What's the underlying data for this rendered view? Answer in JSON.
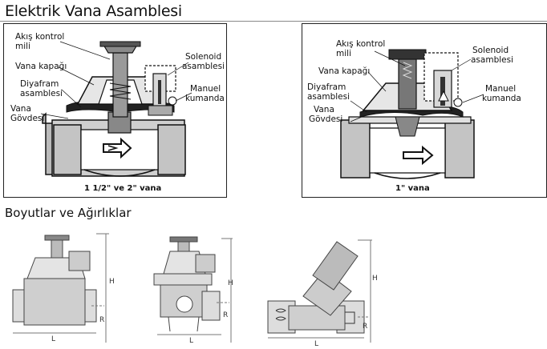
{
  "header": {
    "title": "Elektrik Vana Asamblesi",
    "subtitle": "Boyutlar ve Ağırlıklar"
  },
  "diagram_left": {
    "labels": {
      "flow_stem": [
        "Akış kontrol",
        "mili"
      ],
      "bonnet": "Vana kapağı",
      "diaphragm": [
        "Diyafram",
        "asamblesi"
      ],
      "body": [
        "Vana",
        "Gövdesi"
      ],
      "solenoid": [
        "Solenoid",
        "asamblesi"
      ],
      "manual": [
        "Manuel",
        "kumanda"
      ]
    },
    "caption": "1 1/2\" ve 2\" vana"
  },
  "diagram_right": {
    "labels": {
      "flow_stem": [
        "Akış kontrol",
        "mili"
      ],
      "bonnet": "Vana kapağı",
      "diaphragm": [
        "Diyafram",
        "asamblesi"
      ],
      "body": [
        "Vana",
        "Gövdesi"
      ],
      "solenoid": [
        "Solenoid",
        "asamblesi"
      ],
      "manual": [
        "Manuel",
        "kumanda"
      ]
    },
    "caption": "1\" vana"
  },
  "dimensions": {
    "height": "H",
    "ratio": "R",
    "length": "L"
  }
}
